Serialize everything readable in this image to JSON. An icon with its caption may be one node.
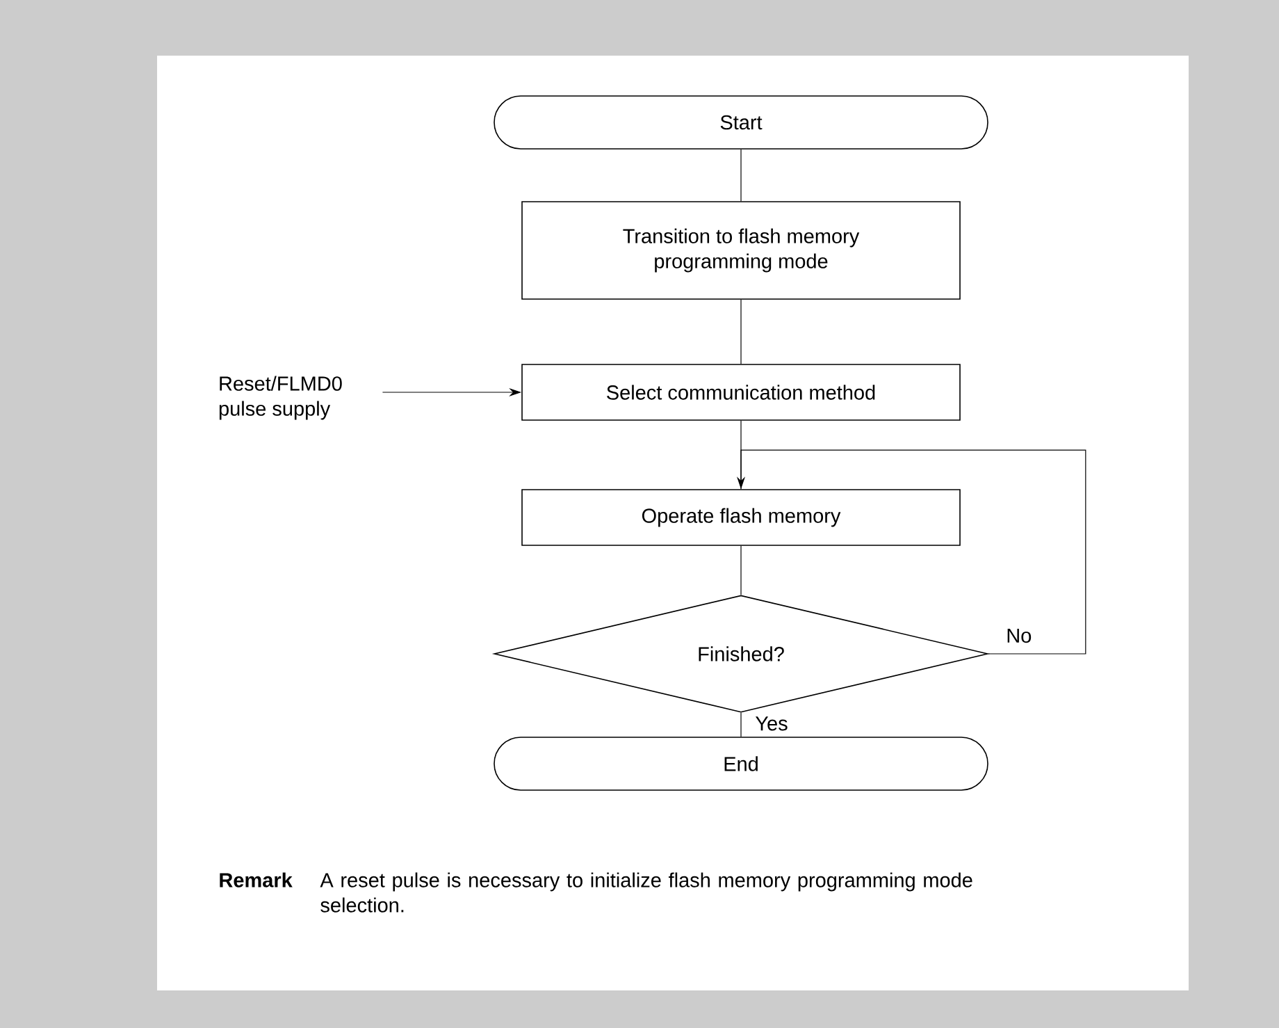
{
  "diagram": {
    "nodes": [
      {
        "text": [
          "Start"
        ]
      },
      {
        "text": [
          "Transition to flash memory programming mode"
        ]
      },
      {
        "text": [
          "Select communication method"
        ]
      },
      {
        "text": [
          "Operate flash memory"
        ]
      },
      {
        "text": [
          "Finished?"
        ]
      },
      {
        "text": [
          "End"
        ]
      },
      {
        "text": [
          "Reset/FLMD0 pulse supply"
        ]
      }
    ],
    "edges": [
      {
        "from": 0,
        "to": 1,
        "arrow": "none"
      },
      {
        "from": 1,
        "to": 2,
        "arrow": "none"
      },
      {
        "from": 2,
        "to": 3,
        "arrow": "none"
      },
      {
        "from": 3,
        "to": 4,
        "arrow": "none"
      },
      {
        "from": 4,
        "to": 5,
        "arrow": "none",
        "label": "Yes"
      },
      {
        "from": 4,
        "to": 3,
        "arrow": "to",
        "label": "No"
      },
      {
        "from": 6,
        "to": 2,
        "arrow": "to"
      }
    ],
    "labels": [
      "Remark",
      "A reset pulse is necessary to initialize flash memory programming mode selection."
    ]
  }
}
